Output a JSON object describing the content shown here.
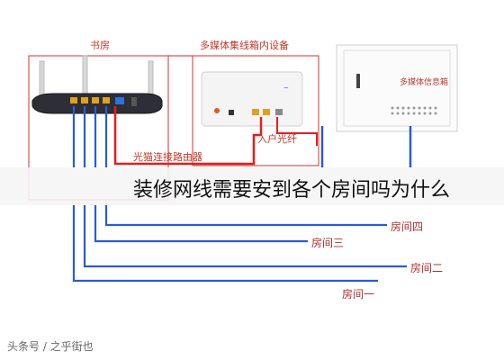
{
  "labels": {
    "router": "书房",
    "box_title": "多媒体集线箱内设备",
    "optical_modem": "光猫连接路由器",
    "fiber_in": "入户光纤",
    "panel_text": "多媒体信息箱"
  },
  "rooms": [
    "房间四",
    "房间三",
    "房间二",
    "房间一"
  ],
  "overlay_title": "装修网线需要安到各个房间吗为什么",
  "watermark": "头条号 / 之乎街也",
  "colors": {
    "frame_red": "#e05050",
    "cable_blue": "#2a5bd7",
    "cable_red": "#e02020"
  }
}
